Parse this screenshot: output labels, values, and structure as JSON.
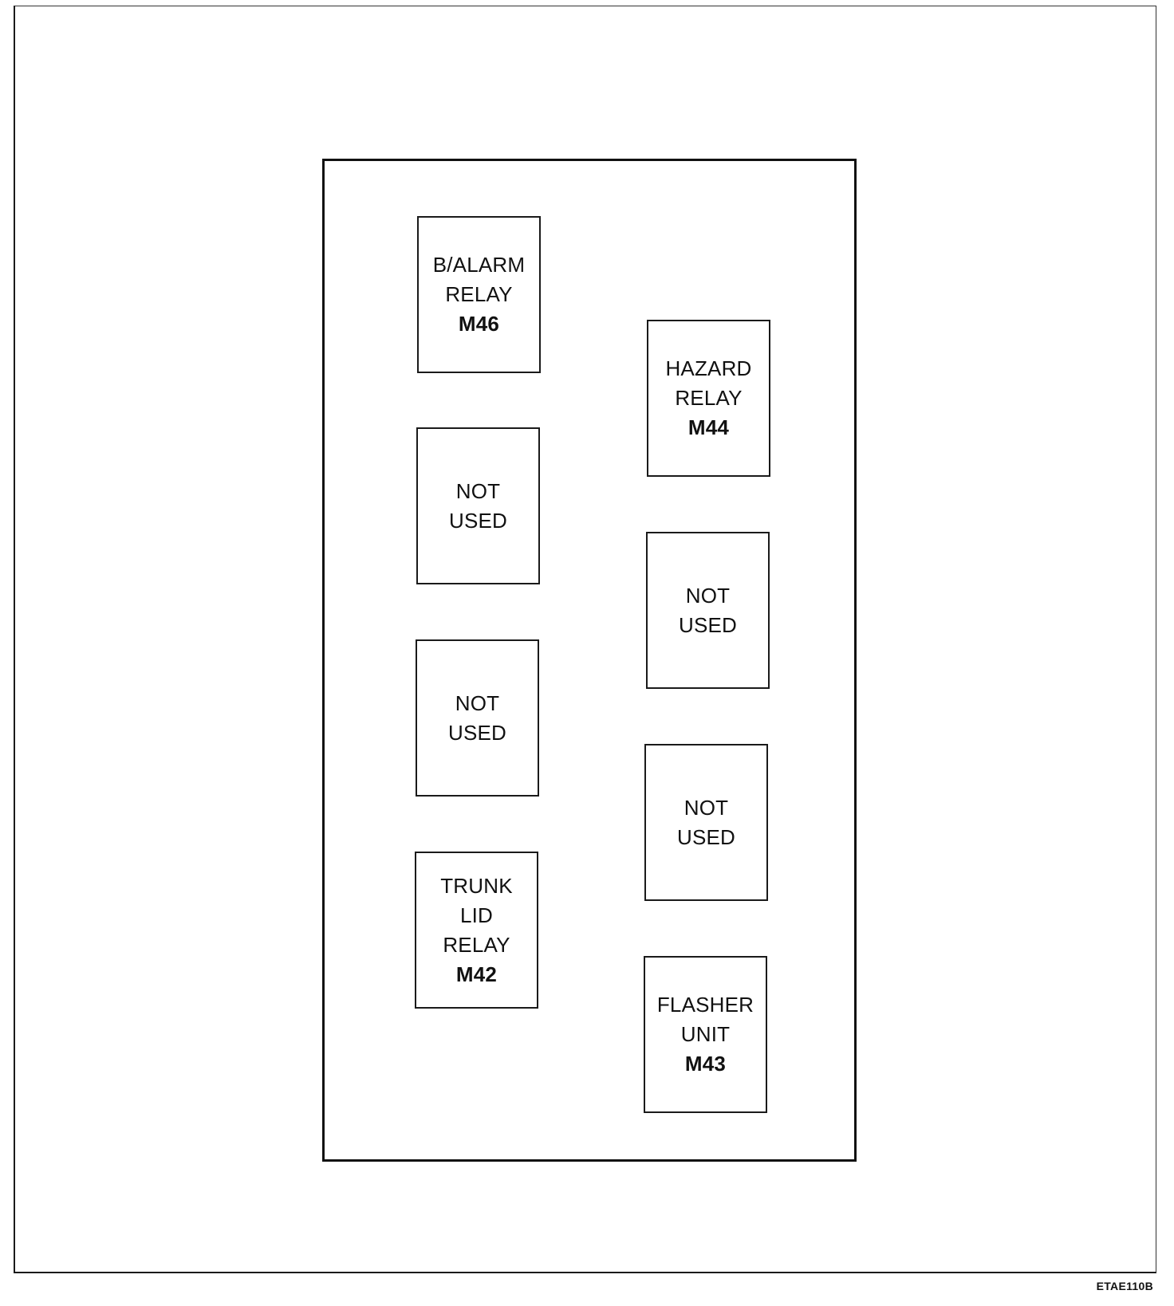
{
  "diagram": {
    "figure_code": "ETAE110B",
    "relays": [
      {
        "id": "b-alarm-relay",
        "lines": [
          "B/ALARM",
          "RELAY"
        ],
        "code": "M46"
      },
      {
        "id": "hazard-relay",
        "lines": [
          "HAZARD",
          "RELAY"
        ],
        "code": "M44"
      },
      {
        "id": "not-used-left-1",
        "lines": [
          "NOT",
          "USED"
        ],
        "code": ""
      },
      {
        "id": "not-used-right-1",
        "lines": [
          "NOT",
          "USED"
        ],
        "code": ""
      },
      {
        "id": "not-used-left-2",
        "lines": [
          "NOT",
          "USED"
        ],
        "code": ""
      },
      {
        "id": "not-used-right-2",
        "lines": [
          "NOT",
          "USED"
        ],
        "code": ""
      },
      {
        "id": "trunk-lid-relay",
        "lines": [
          "TRUNK",
          "LID",
          "RELAY"
        ],
        "code": "M42"
      },
      {
        "id": "flasher-unit",
        "lines": [
          "FLASHER",
          "UNIT"
        ],
        "code": "M43"
      }
    ]
  }
}
